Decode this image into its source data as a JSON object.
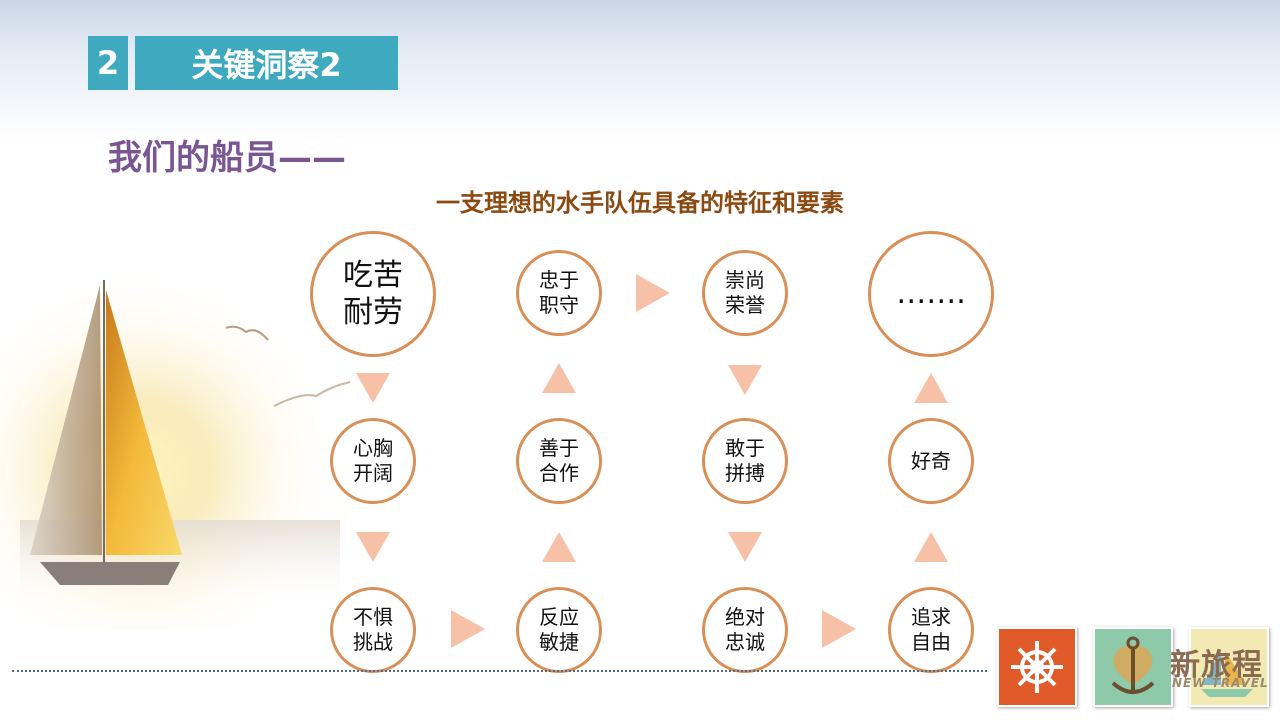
{
  "header": {
    "section_number": "2",
    "section_title": "关键洞察2"
  },
  "crew_title": "我们的船员——",
  "subtitle": "一支理想的水手队伍具备的特征和要素",
  "traits": {
    "c1_top": "吃苦\n耐劳",
    "c1_mid": "心胸\n开阔",
    "c1_bot": "不惧\n挑战",
    "c2_top": "忠于\n职守",
    "c2_mid": "善于\n合作",
    "c2_bot": "反应\n敏捷",
    "c3_top": "崇尚\n荣誉",
    "c3_mid": "敢于\n拼搏",
    "c3_bot": "绝对\n忠诚",
    "c4_top": "…….",
    "c4_mid": "好奇",
    "c4_bot": "追求\n自由"
  },
  "logo": {
    "brand": "新旅程",
    "brand_en": "NEW TRAVEL"
  },
  "colors": {
    "accent_blue": "#3fa9c0",
    "circle_border": "#d98f58",
    "arrow_fill": "#f6c1a6",
    "title_purple": "#7a5594",
    "subtitle_brown": "#8a4a12"
  }
}
